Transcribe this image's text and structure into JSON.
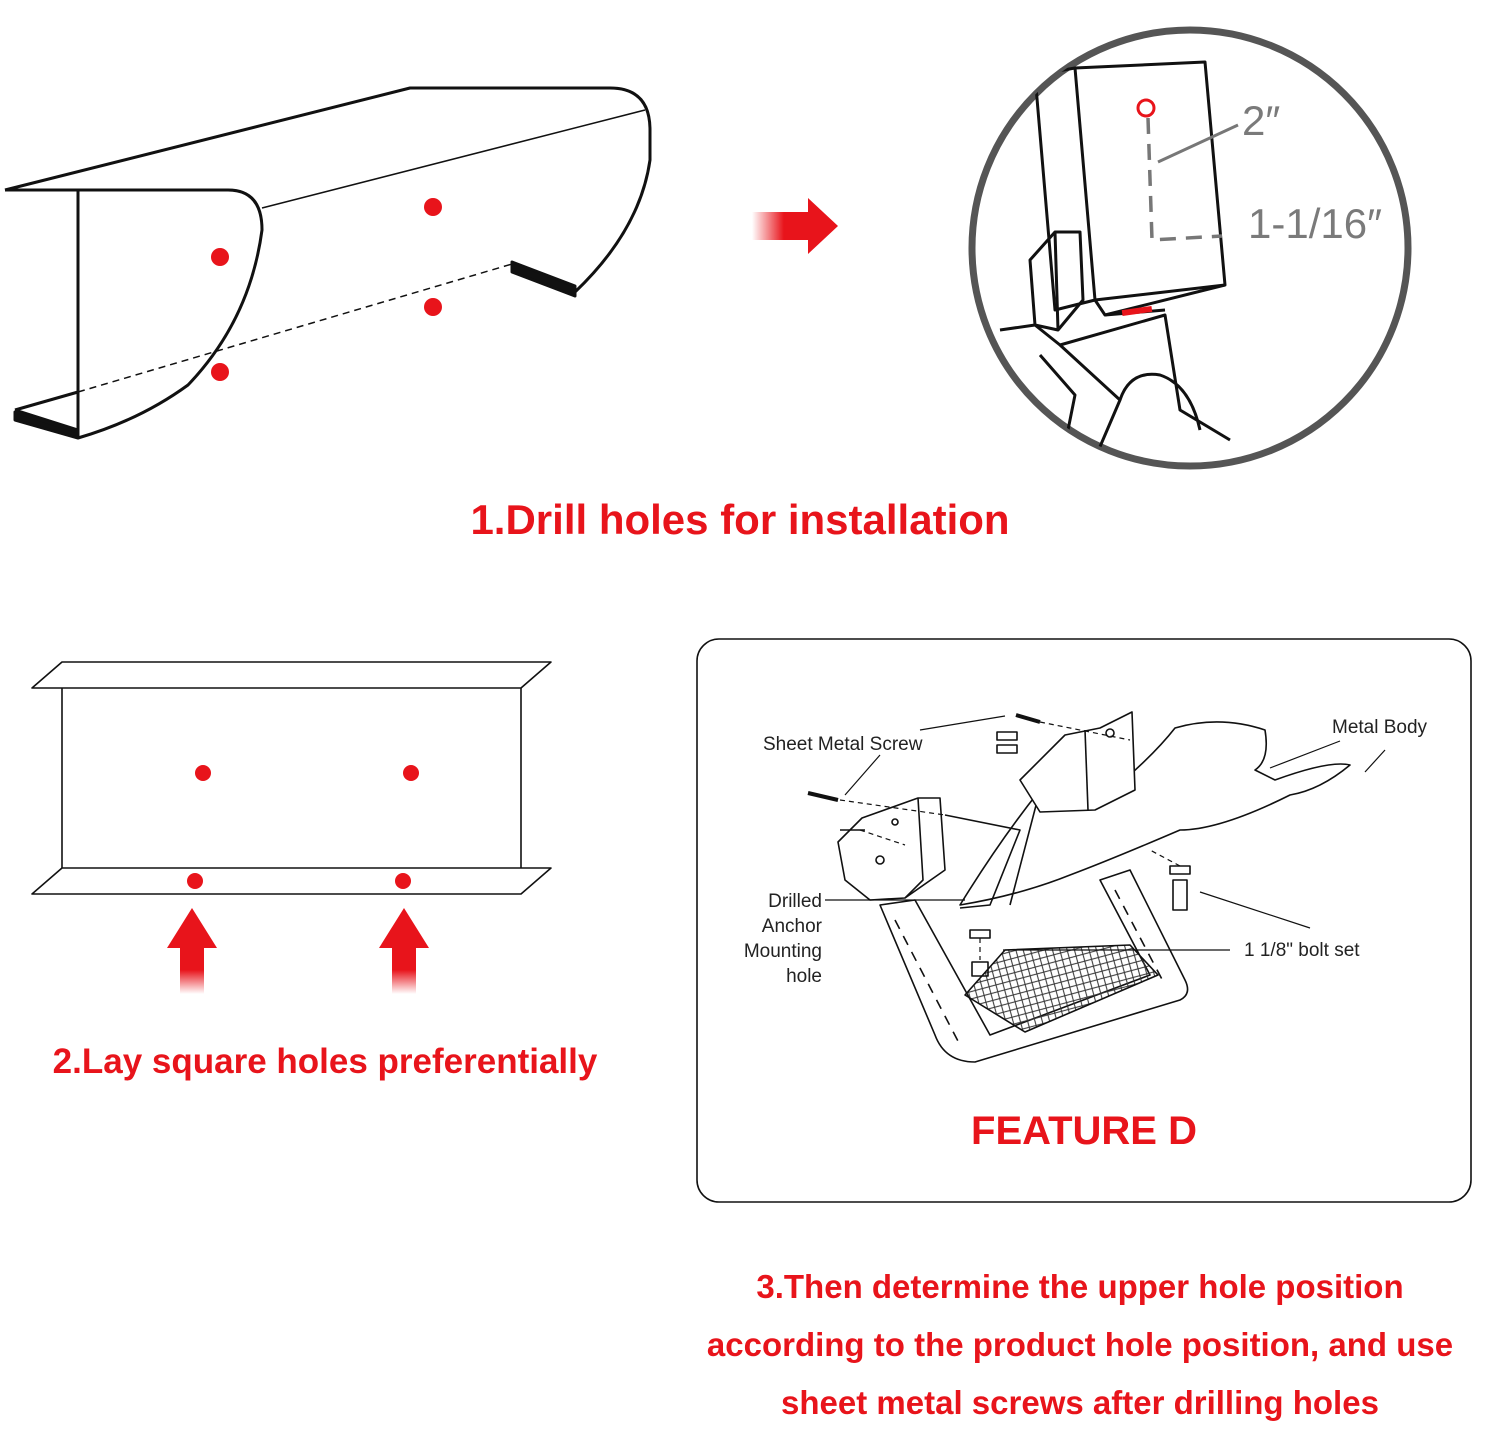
{
  "steps": {
    "step1": "1.Drill holes for installation",
    "step2": "2.Lay square holes preferentially",
    "step3_lines": [
      "3.Then determine the upper hole position",
      "according to the product hole position, and use",
      "sheet metal screws after drilling holes"
    ]
  },
  "zoom_detail": {
    "dimension_vertical": "2″",
    "dimension_horizontal": "1-1/16″"
  },
  "feature_panel": {
    "title": "FEATURE D",
    "labels": {
      "sheet_metal_screw": "Sheet Metal Screw",
      "metal_body": "Metal Body",
      "drilled_anchor": [
        "Drilled",
        "Anchor",
        "Mounting",
        "hole"
      ],
      "bolt_set": "1 1/8\" bolt set"
    }
  },
  "colors": {
    "accent_red": "#e8141b",
    "line": "#111111",
    "dimension_gray": "#7a7a7a"
  },
  "icons": [
    "right-arrow-icon",
    "up-arrow-icon"
  ]
}
